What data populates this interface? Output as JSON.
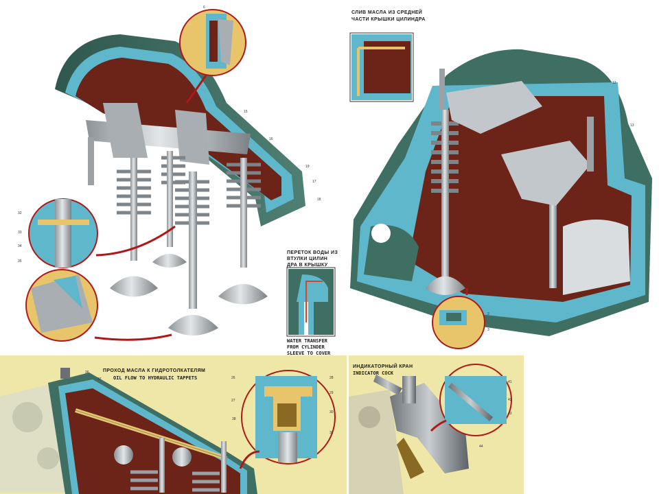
{
  "captions": {
    "oil_drain_ru_line1": "СЛИВ МАСЛА ИЗ СРЕДНЕЙ",
    "oil_drain_ru_line2": "ЧАСТИ КРЫШКИ ЦИЛИНДРА",
    "water_transfer_ru_line1": "ПЕРЕТОК ВОДЫ ИЗ",
    "water_transfer_ru_line2": "ВТУЛКИ ЦИЛИН",
    "water_transfer_ru_line3": "ДРА В КРЫШКУ",
    "water_transfer_en_line1": "WATER TRANSFER",
    "water_transfer_en_line2": "FROM CYLINDER",
    "water_transfer_en_line3": "SLEEVE TO COVER",
    "oil_flow_ru": "ПРОХОД МАСЛА К ГИДРОТОЛКАТЕЛЯМ",
    "oil_flow_en": "OIL FLOW TO HYDRAULIC TAPPETS",
    "indicator_ru": "ИНДИКАТОРНЫЙ КРАН",
    "indicator_en": "INDICATOR COCK"
  },
  "callout_numbers": {
    "n1": "6",
    "n2": "15",
    "n3": "16",
    "n4": "17",
    "n5": "18",
    "n6": "19",
    "n7": "32",
    "n8": "33",
    "n9": "34",
    "n10": "35",
    "n11": "26",
    "n12": "27",
    "n13": "28",
    "n14": "29",
    "n15": "30",
    "n16": "31",
    "n17": "12",
    "n18": "13",
    "n19": "36",
    "n20": "37",
    "n21": "38",
    "n22": "41",
    "n23": "42",
    "n24": "43",
    "n25": "44",
    "n26": "2",
    "n27": "3"
  },
  "colors": {
    "background": "#ffffff",
    "cover_green": "#3f6e62",
    "section_blue": "#5fb7cc",
    "oil_red": "#6b2417",
    "metal": "#b8bec2",
    "cream": "#efe7a8",
    "callout_line": "#b01818"
  }
}
